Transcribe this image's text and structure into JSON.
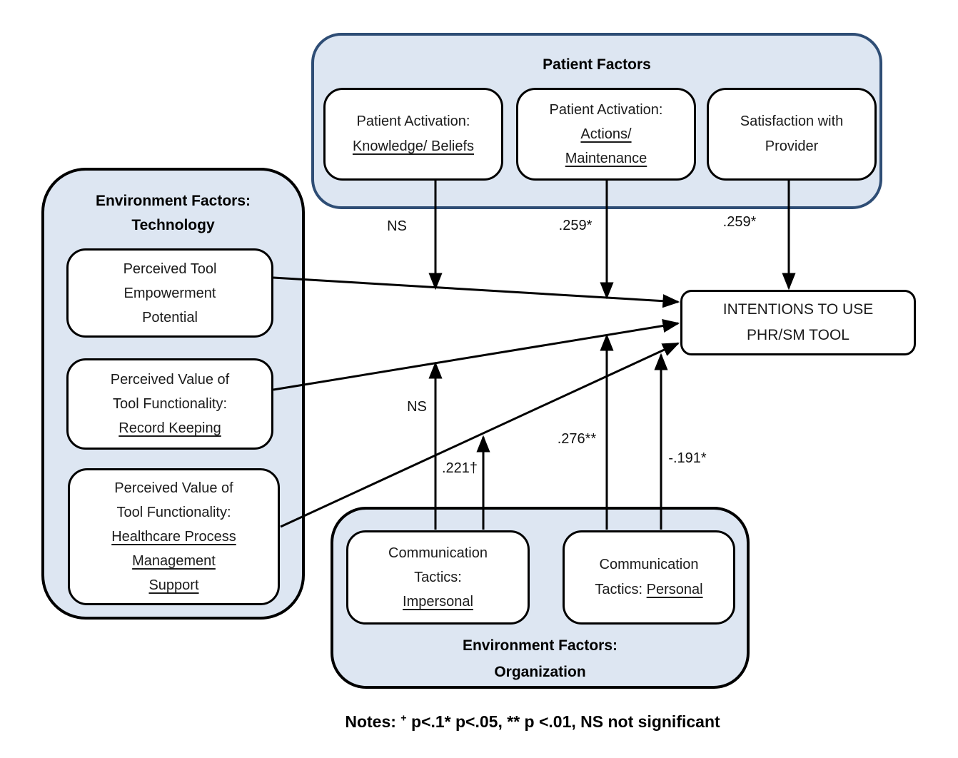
{
  "groups": {
    "patient": {
      "title": "Patient Factors"
    },
    "technology": {
      "title_line1": "Environment Factors:",
      "title_line2": "Technology"
    },
    "organization": {
      "title_line1": "Environment Factors:",
      "title_line2": "Organization"
    }
  },
  "nodes": {
    "knowledge": {
      "line1": "Patient Activation:",
      "line2": "Knowledge/ Beliefs"
    },
    "actions": {
      "line1": "Patient Activation:",
      "line2": "Actions/",
      "line3": "Maintenance"
    },
    "satisfaction": {
      "line1": "Satisfaction with",
      "line2": "Provider"
    },
    "empowerment": {
      "line1": "Perceived Tool",
      "line2": "Empowerment",
      "line3": "Potential"
    },
    "record": {
      "line1": "Perceived Value of",
      "line2": "Tool Functionality:",
      "line3": "Record Keeping"
    },
    "healthcare": {
      "line1": "Perceived Value of",
      "line2": "Tool Functionality:",
      "line3": "Healthcare Process",
      "line4": "Management",
      "line5": "Support"
    },
    "impersonal": {
      "line1": "Communication",
      "line2": "Tactics:",
      "line3": "Impersonal"
    },
    "personal": {
      "line1": "Communication",
      "line2_prefix": "Tactics: ",
      "line2_underlined": "Personal"
    },
    "intentions": {
      "line1": "INTENTIONS TO USE",
      "line2": "PHR/SM TOOL"
    }
  },
  "path_labels": {
    "knowledge_to_intentions": "NS",
    "actions_to_intentions": ".259*",
    "satisfaction_to_intentions": ".259*",
    "impersonal_to_intentions_a": "NS",
    "impersonal_to_intentions_b": ".221†",
    "personal_to_intentions_a": ".276**",
    "personal_to_intentions_b": "-.191*"
  },
  "notes": {
    "prefix": "Notes:",
    "superscript": "+",
    "rest": " p<.1* p<.05, ** p <.01, NS not significant"
  },
  "colors": {
    "group_fill": "#dde6f2",
    "patient_group_border": "#2e4d75",
    "node_border": "#000000",
    "arrow": "#000000"
  }
}
